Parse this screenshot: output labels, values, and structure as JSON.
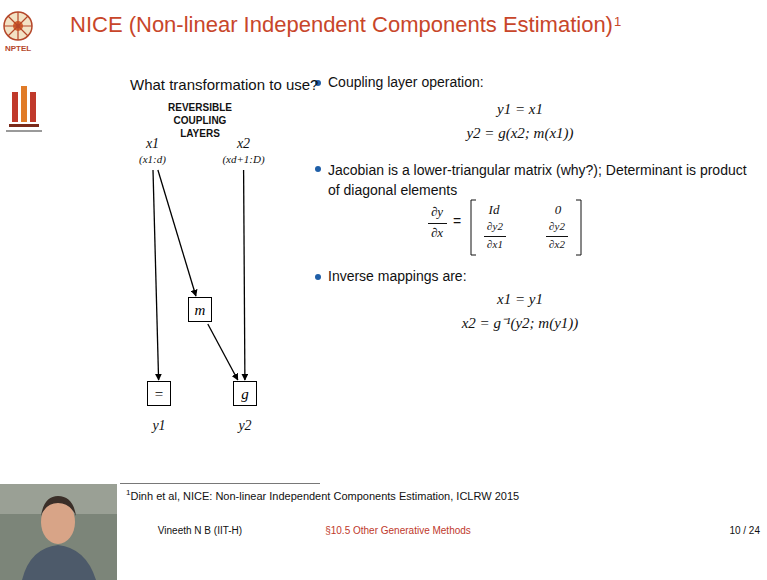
{
  "diagram": {
    "title": "NICE (Non-linear Independent Components Estimation)",
    "nodes": [
      {
        "text": [
          "x1",
          "(x1:d)"
        ]
      },
      {
        "text": [
          "x2",
          "(xd+1:D)"
        ]
      },
      {
        "text": [
          "m"
        ]
      },
      {
        "text": [
          "="
        ]
      },
      {
        "text": [
          "g"
        ]
      }
    ],
    "edges": [
      {
        "from": 0,
        "to": 3,
        "arrow": "to"
      },
      {
        "from": 0,
        "to": 2,
        "arrow": "to"
      },
      {
        "from": 2,
        "to": 4,
        "arrow": "to"
      },
      {
        "from": 1,
        "to": 4,
        "arrow": "to"
      }
    ],
    "labels": [
      "1",
      "What transformation to use?",
      "REVERSIBLE COUPLING LAYERS",
      "y1",
      "y2",
      "Coupling layer operation:",
      "y1 = x1",
      "y2 = g(x2; m(x1))",
      "Jacobian is a lower-triangular matrix (why?); Determinant is product of diagonal elements",
      "∂y",
      "∂x",
      "=",
      "Id",
      "0",
      "∂y2",
      "∂x1",
      "∂y2",
      "∂x2",
      "Inverse mappings are:",
      "x1 = y1",
      "x2 = g⁻¹(y2; m(y1))",
      "1",
      "Dinh et al, NICE: Non-linear Independent Components Estimation, ICLRW 2015",
      "Vineeth N B (IIT-H)",
      "§10.5 Other Generative Methods",
      "10 / 24",
      "NPTEL"
    ]
  }
}
